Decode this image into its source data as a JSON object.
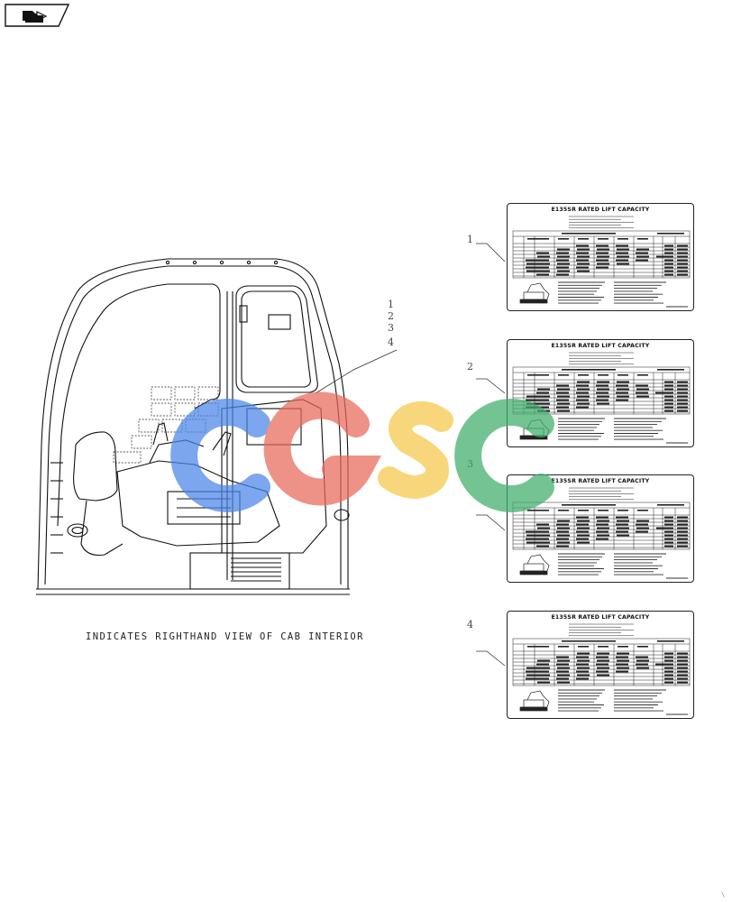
{
  "nav": {
    "icon": "folder-arrow-icon"
  },
  "caption": "INDICATES RIGHTHAND VIEW OF CAB INTERIOR",
  "cab_callouts": [
    "1",
    "2",
    "3",
    "4"
  ],
  "decals": [
    {
      "index": "1",
      "title": "E135SR RATED LIFT CAPACITY"
    },
    {
      "index": "2",
      "title": "E135SR RATED LIFT CAPACITY"
    },
    {
      "index": "3",
      "title": "E135SR RATED LIFT CAPACITY"
    },
    {
      "index": "4",
      "title": "E135SR RATED LIFT CAPACITY"
    }
  ],
  "watermark": {
    "letters": [
      "C",
      "G",
      "S",
      "C"
    ],
    "colors": [
      "#4a86e8",
      "#e8695a",
      "#f6c94a",
      "#3fae6a"
    ]
  },
  "corner_mark": "\\"
}
